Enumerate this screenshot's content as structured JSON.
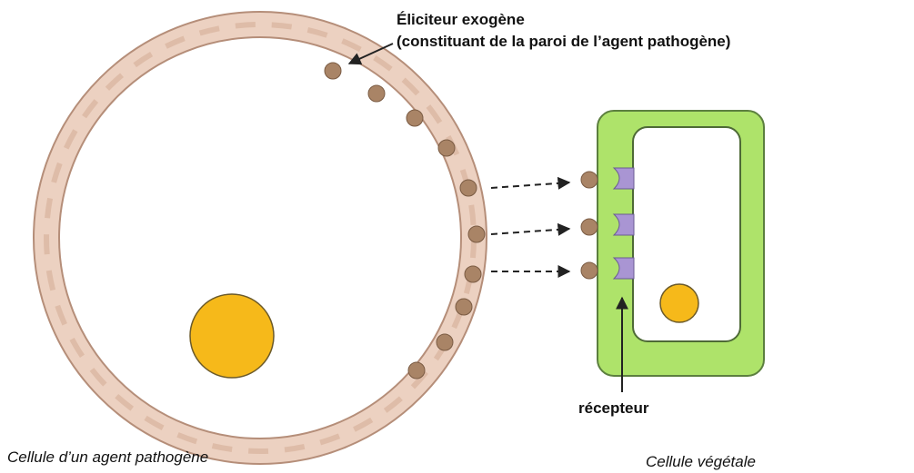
{
  "labels": {
    "elicitor_line1": "Éliciteur exogène",
    "elicitor_line2": "(constituant de la paroi de l’agent pathogène)",
    "receptor": "récepteur",
    "pathogen_cell": "Cellule d’un agent pathogène",
    "plant_cell": "Cellule végétale"
  },
  "colors": {
    "pathogen_wall": "#e9c9b7",
    "pathogen_wall_edge": "#b58e79",
    "elicitor": "#a98466",
    "nucleus": "#f6b91a",
    "plant_wall": "#aee36a",
    "plant_wall_edge": "#5c7f3f",
    "receptor": "#a995d3",
    "arrow": "#222222"
  }
}
